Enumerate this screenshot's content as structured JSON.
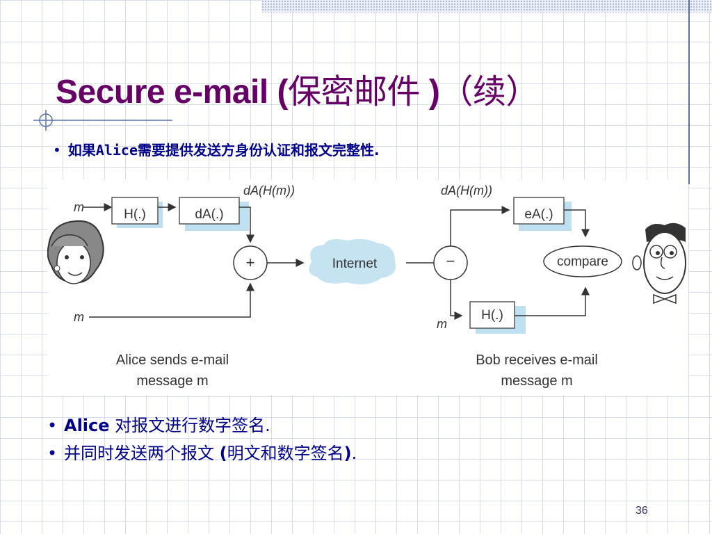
{
  "title": {
    "latin": "Secure e-mail (",
    "cjk": "保密邮件",
    "close": " )",
    "suffix": "（续）"
  },
  "intro_bullet": {
    "pre": "如果",
    "name": "Alice",
    "post": "需要提供发送方身份认证和报文完整性."
  },
  "diagram": {
    "sender_input_label": "m",
    "hash_box_label": "H(.)",
    "sign_box_label": "dA(.)",
    "signed_hash_label_top_left": "dA(H(m))",
    "sender_bottom_label": "m",
    "adder_symbol": "+",
    "network_label": "Internet",
    "splitter_symbol": "−",
    "signed_hash_label_top_right": "dA(H(m))",
    "verify_box_label": "eA(.)",
    "compare_label": "compare",
    "receiver_hash_box_label": "H(.)",
    "receiver_bottom_label": "m",
    "alice_caption_line1": "Alice sends e-mail",
    "alice_caption_line2": "message m",
    "bob_caption_line1": "Bob receives e-mail",
    "bob_caption_line2": "message m"
  },
  "bullets": [
    {
      "dot": "•",
      "bold": "Alice",
      "text": " 对报文进行数字签名."
    },
    {
      "dot": "•",
      "bold": "",
      "text": "并同时发送两个报文 ",
      "bold_paren_open": "(",
      "paren_text": "明文和数字签名",
      "bold_paren_close": ")",
      "end": "."
    }
  ],
  "page_number": "36",
  "colors": {
    "title": "#660066",
    "body_text": "#00008b",
    "internet_cloud": "#c6e3f2",
    "box_shadow": "#bfe0f0",
    "grid": "#d6dcea"
  }
}
